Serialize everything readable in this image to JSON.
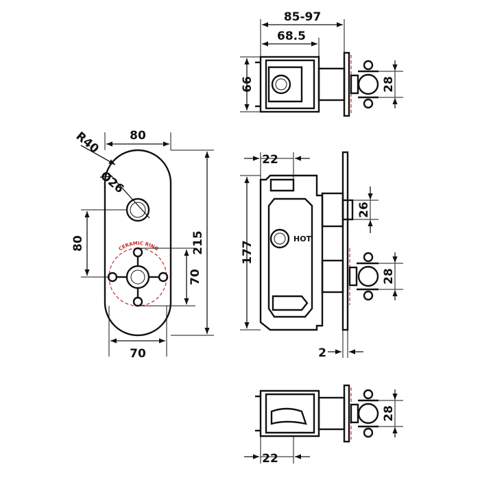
{
  "colors": {
    "line": "#111111",
    "accent": "#c62828",
    "background": "#ffffff"
  },
  "front_view": {
    "width_label": "80",
    "radius_label": "R40",
    "diameter_label": "Ø26",
    "height_label": "215",
    "center_spacing_label": "80",
    "ring_label": "70",
    "bottom_width_label": "70",
    "ring_text": "CERAMIC RING"
  },
  "top_view": {
    "overall_depth_label": "85-97",
    "body_depth_label": "68.5",
    "height_label": "66",
    "handle_label": "28"
  },
  "side_view": {
    "top_label": "22",
    "height_label": "177",
    "outlet_label": "26",
    "handle_label": "28",
    "plate_label": "2",
    "inlet_text": "HOT"
  },
  "bottom_view": {
    "handle_label": "28",
    "bottom_label": "22"
  }
}
